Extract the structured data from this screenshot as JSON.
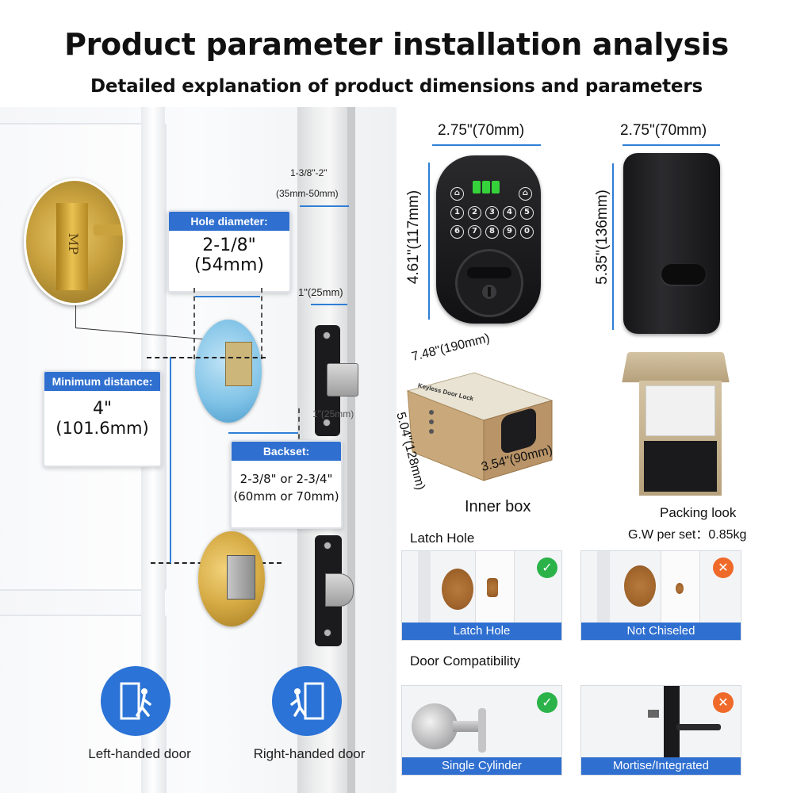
{
  "header": {
    "title": "Product parameter installation analysis",
    "subtitle": "Detailed explanation of product dimensions and parameters"
  },
  "door_diagram": {
    "hole_diameter": {
      "heading": "Hole diameter:",
      "value_imperial": "2-1/8\"",
      "value_metric": "(54mm)"
    },
    "minimum_distance": {
      "heading": "Minimum distance:",
      "value_imperial": "4\"",
      "value_metric": "(101.6mm)"
    },
    "backset": {
      "heading": "Backset:",
      "value_line1": "2-3/8\" or 2-3/4\"",
      "value_line2": "(60mm or 70mm)"
    },
    "door_thickness": {
      "imperial": "1-3/8\"-2\"",
      "metric": "(35mm-50mm)"
    },
    "latch_width": "1\"(25mm)",
    "latch_depth": "1\"(25mm)",
    "hinge_mark": "MP"
  },
  "handedness": [
    {
      "icon": "left-handed-door-icon",
      "label": "Left-handed door"
    },
    {
      "icon": "right-handed-door-icon",
      "label": "Right-handed door"
    }
  ],
  "product_dimensions": {
    "front_width": "2.75\"(70mm)",
    "front_height": "4.61\"(117mm)",
    "back_width": "2.75\"(70mm)",
    "back_height": "5.35\"(136mm)",
    "keypad_keys": [
      "1",
      "2",
      "3",
      "4",
      "5",
      "6",
      "7",
      "8",
      "9",
      "0"
    ]
  },
  "packaging": {
    "inner_box_length": "7.48\"(190mm)",
    "inner_box_height": "5.04\"(128mm)",
    "inner_box_width": "3.54\"(90mm)",
    "box_print": "Keyless Door Lock",
    "inner_box_caption": "Inner box",
    "packing_caption": "Packing look",
    "gross_weight": "G.W per set：0.85kg"
  },
  "latch_hole_section": {
    "heading": "Latch Hole",
    "tiles": [
      {
        "label": "Latch Hole",
        "status": "ok",
        "mark": "✓"
      },
      {
        "label": "Not Chiseled",
        "status": "no",
        "mark": "✕"
      }
    ]
  },
  "compatibility_section": {
    "heading": "Door Compatibility",
    "tiles": [
      {
        "label": "Single Cylinder",
        "status": "ok",
        "mark": "✓"
      },
      {
        "label": "Mortise/Integrated",
        "status": "no",
        "mark": "✕"
      }
    ]
  },
  "colors": {
    "accent_blue": "#2f6fd0",
    "ok_green": "#2bb34a",
    "no_orange": "#ef6a2a",
    "lock_black": "#141416"
  }
}
